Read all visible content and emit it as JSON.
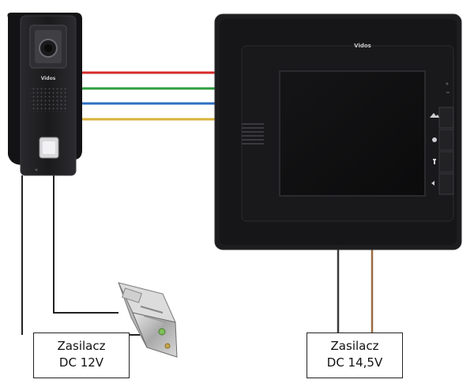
{
  "door_station": {
    "brand": "Vidos"
  },
  "monitor": {
    "brand": "Vidos"
  },
  "power_supply_left": {
    "line1": "Zasilacz",
    "line2": "DC 12V"
  },
  "power_supply_right": {
    "line1": "Zasilacz",
    "line2": "DC 14,5V"
  },
  "colors": {
    "wire_red": "#d42a2a",
    "wire_green": "#2e9e3e",
    "wire_blue": "#2f6fc2",
    "wire_yellow": "#d9b23a",
    "wire_black": "#222222",
    "wire_brown": "#9a6a43",
    "device_body": "#1c1c1e"
  }
}
